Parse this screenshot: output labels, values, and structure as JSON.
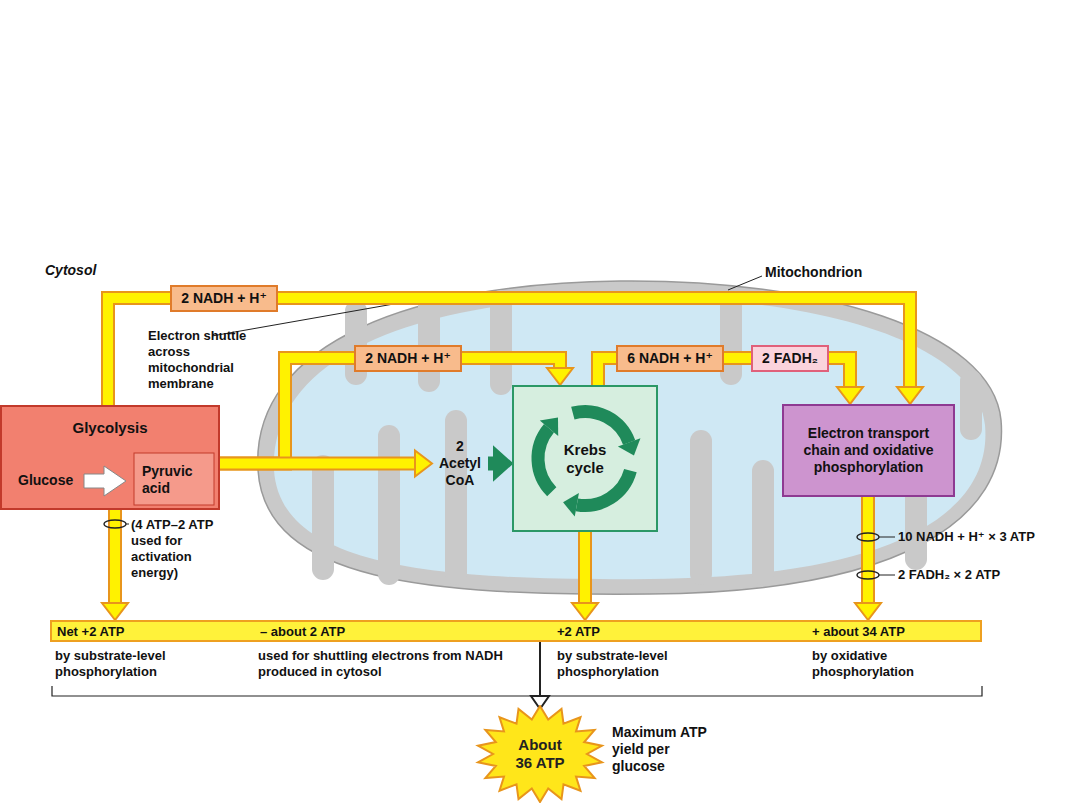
{
  "diagram": {
    "nodes": [
      {
        "text": [
          "Glycolysis",
          "Glucose",
          "Pyruvic acid"
        ]
      },
      {
        "text": [
          "2 Acetyl CoA"
        ]
      },
      {
        "text": [
          "Krebs cycle"
        ]
      },
      {
        "text": [
          "Electron transport chain and oxidative phosphorylation"
        ]
      },
      {
        "text": [
          "2 NADH + H⁺"
        ]
      },
      {
        "text": [
          "2 NADH + H⁺"
        ]
      },
      {
        "text": [
          "6 NADH + H⁺"
        ]
      },
      {
        "text": [
          "2 FADH₂"
        ]
      },
      {
        "text": [
          "Net +2 ATP",
          "– about 2 ATP",
          "+2 ATP",
          "+ about 34 ATP"
        ]
      },
      {
        "text": [
          "About 36 ATP"
        ]
      }
    ],
    "edges": [
      {
        "from": 0,
        "to": 4,
        "arrow": "none"
      },
      {
        "from": 4,
        "to": 3,
        "arrow": "to"
      },
      {
        "from": 0,
        "to": 5,
        "arrow": "none"
      },
      {
        "from": 0,
        "to": 1,
        "arrow": "to"
      },
      {
        "from": 5,
        "to": 2,
        "arrow": "to"
      },
      {
        "from": 1,
        "to": 2,
        "arrow": "to"
      },
      {
        "from": 2,
        "to": 6,
        "arrow": "none"
      },
      {
        "from": 6,
        "to": 7,
        "arrow": "none"
      },
      {
        "from": 7,
        "to": 3,
        "arrow": "to"
      },
      {
        "from": 0,
        "to": 8,
        "arrow": "to"
      },
      {
        "from": 2,
        "to": 8,
        "arrow": "to"
      },
      {
        "from": 3,
        "to": 8,
        "arrow": "to"
      },
      {
        "from": 8,
        "to": 9,
        "arrow": "to"
      }
    ],
    "labels": [
      "Cytosol",
      "Mitochondrion",
      "Electron shuttle across mitochondrial membrane",
      "(4 ATP–2 ATP used for activation energy)",
      "10 NADH + H⁺ × 3 ATP",
      "2 FADH₂ × 2 ATP",
      "by substrate-level phosphorylation",
      "used for shuttling electrons from NADH produced in cytosol",
      "by substrate-level phosphorylation",
      "by oxidative phosphorylation",
      "Maximum ATP yield per glucose"
    ]
  }
}
